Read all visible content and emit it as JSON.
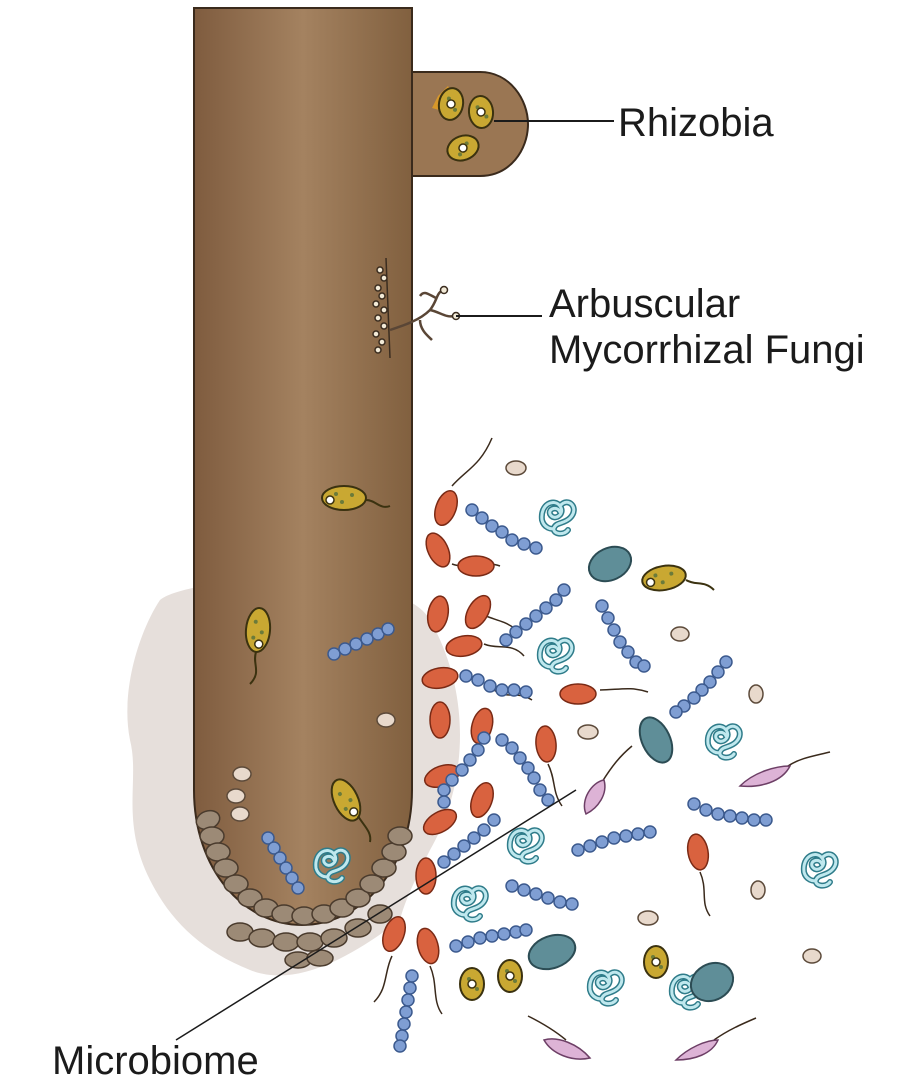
{
  "labels": {
    "rhizobia": "Rhizobia",
    "amf_line1": "Arbuscular",
    "amf_line2": "Mycorrhizal Fungi",
    "microbiome": "Microbiome"
  },
  "colors": {
    "root": "#9a7653",
    "root_outline": "#3a2a1c",
    "rhizosphere": "#e6dfdb",
    "rhizobia_cell": "#c9a832",
    "flagellated_rod": "#d9623f",
    "chain_cocci": "#7f9ed3",
    "spiral_bacteria": "#8fd1d9",
    "ellipsoid_cell": "#5f8e98",
    "pink_cell": "#ddb3d6",
    "spore": "#e8d9cc",
    "border_cells": "#9c8a76"
  }
}
